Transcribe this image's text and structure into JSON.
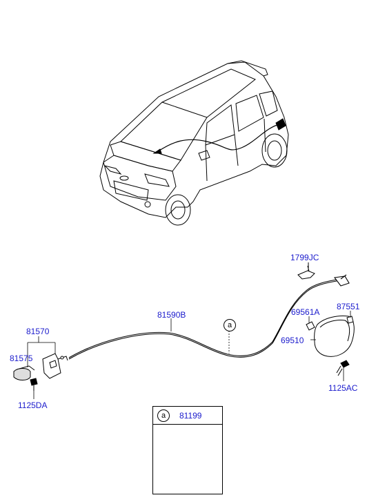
{
  "labels": {
    "p1799jc": "1799JC",
    "p87551": "87551",
    "p69561a": "69561A",
    "p69510": "69510",
    "p1125ac": "1125AC",
    "p81590b": "81590B",
    "p81570": "81570",
    "p81575": "81575",
    "p1125da": "1125DA",
    "p81199": "81199"
  },
  "callout": {
    "marker": "a"
  },
  "colors": {
    "label": "#1a1acc",
    "line": "#000000"
  }
}
